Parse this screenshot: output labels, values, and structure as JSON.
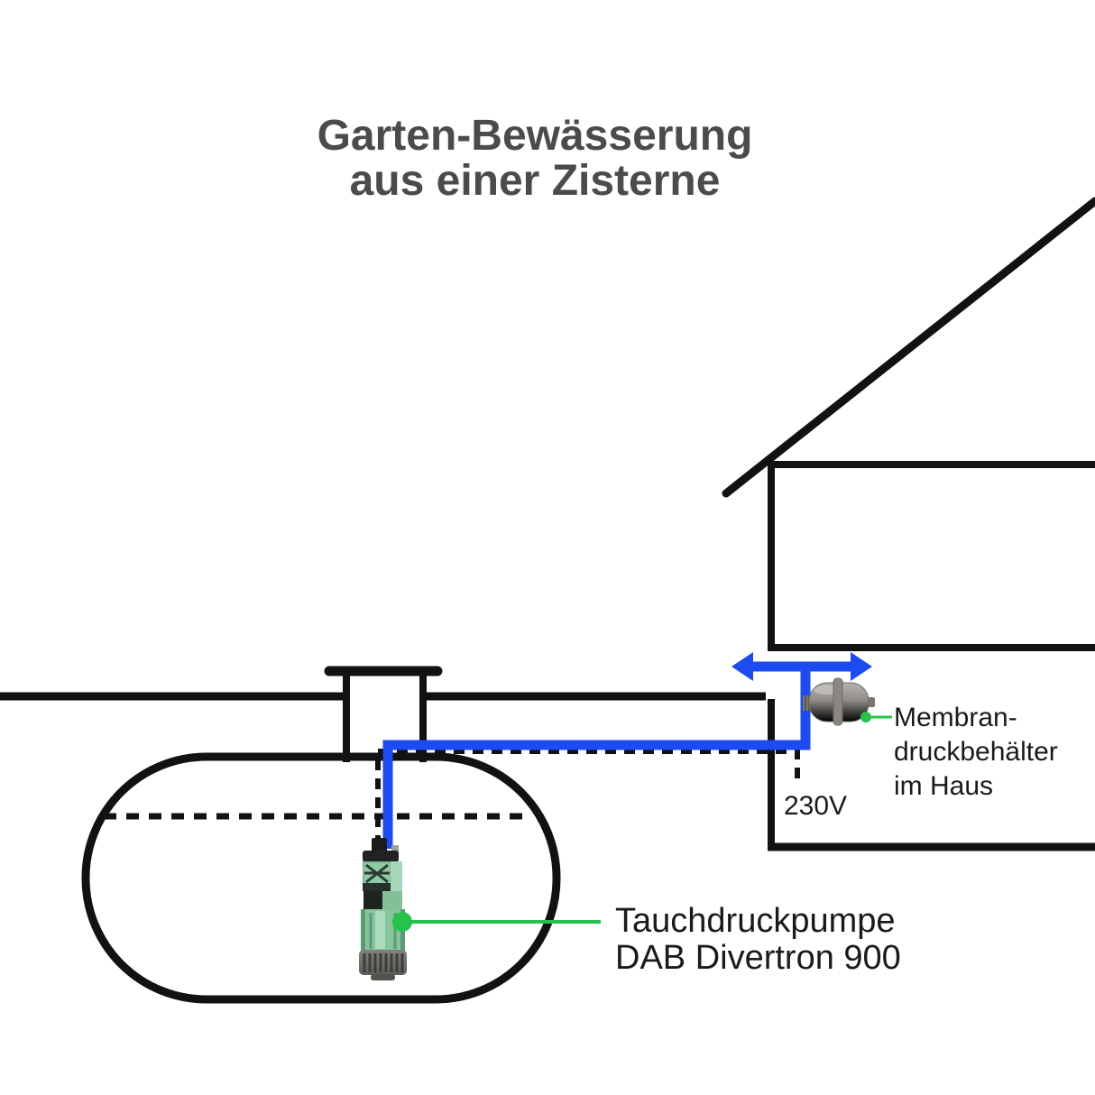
{
  "title": {
    "line1": "Garten-Bewässerung",
    "line2": "aus einer Zisterne"
  },
  "annotations": {
    "pump_label": {
      "line1": "Tauchdruckpumpe",
      "line2": "DAB Divertron 900"
    },
    "membrane_label": {
      "line1": "Membran-",
      "line2": "druckbehälter",
      "line3": "im Haus"
    },
    "voltage_label": "230V"
  },
  "icons": {
    "pump": "submersible-pump",
    "membrane_tank": "membrane-pressure-tank",
    "flow_arrow": "double-headed-flow-arrow"
  },
  "colors": {
    "background": "#ffffff",
    "line_black": "#121212",
    "pipe_blue": "#1c4bf0",
    "leader_green": "#26c24d",
    "title_gray": "#4b4b4b",
    "label_black": "#1a1a1a",
    "pump_green": "#86c49c",
    "tank_gray": "#908d88"
  }
}
